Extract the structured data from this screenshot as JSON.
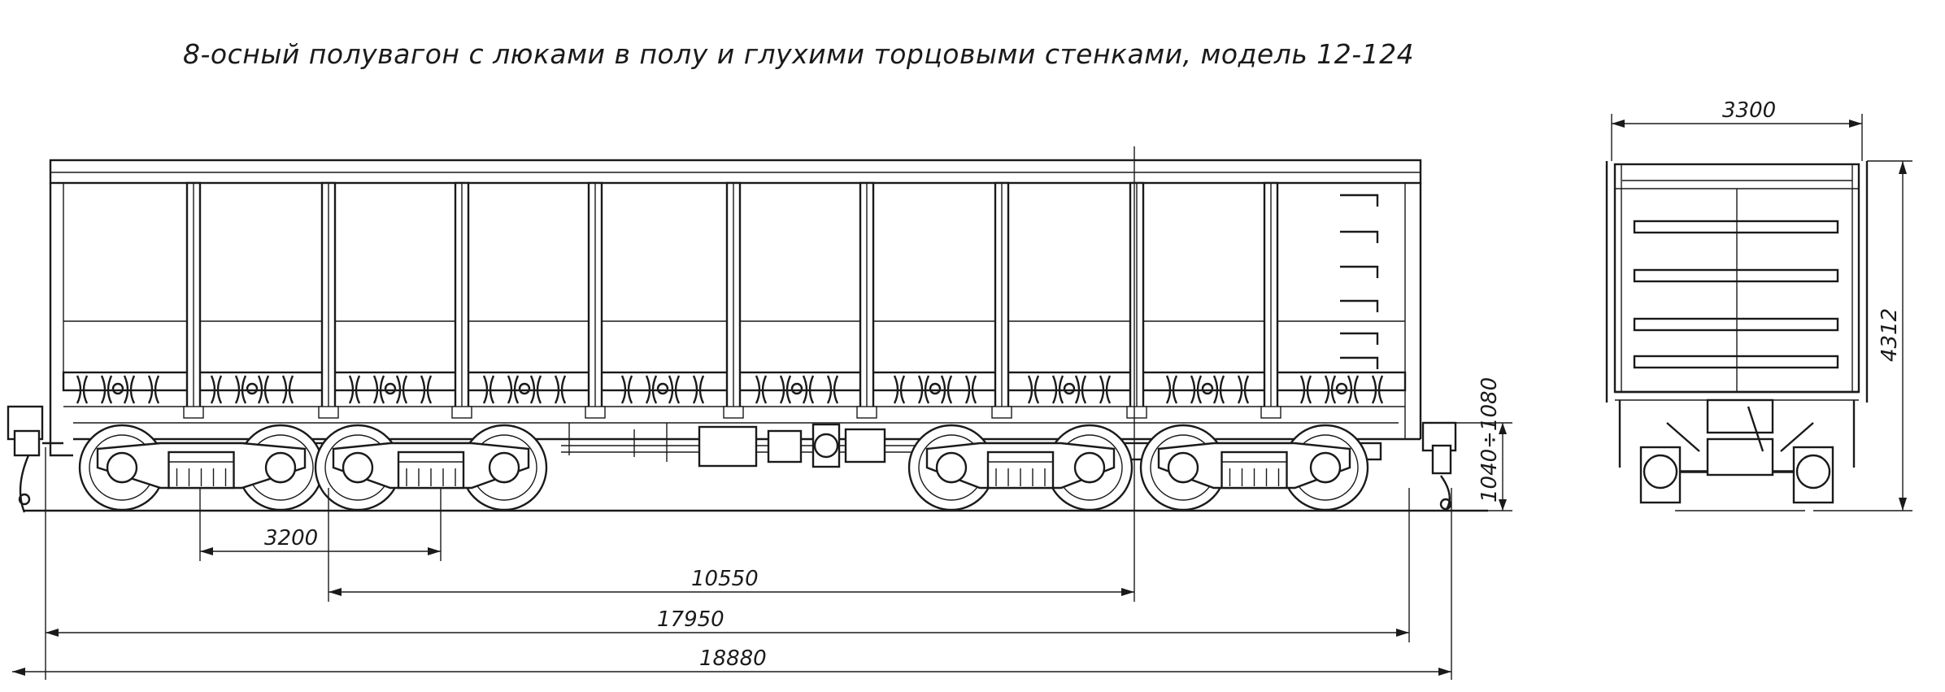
{
  "title": "8-осный полувагон с люками в полу и глухими торцовыми стенками, модель 12-124",
  "dimensions": {
    "bogie_axle_base": "3200",
    "bogie_centers": "10550",
    "frame_length": "17950",
    "coupler_length": "18880",
    "width": "3300",
    "height": "4312",
    "floor_height": "1040÷1080"
  },
  "colors": {
    "ink": "#1a1a1a",
    "paper": "#ffffff"
  }
}
